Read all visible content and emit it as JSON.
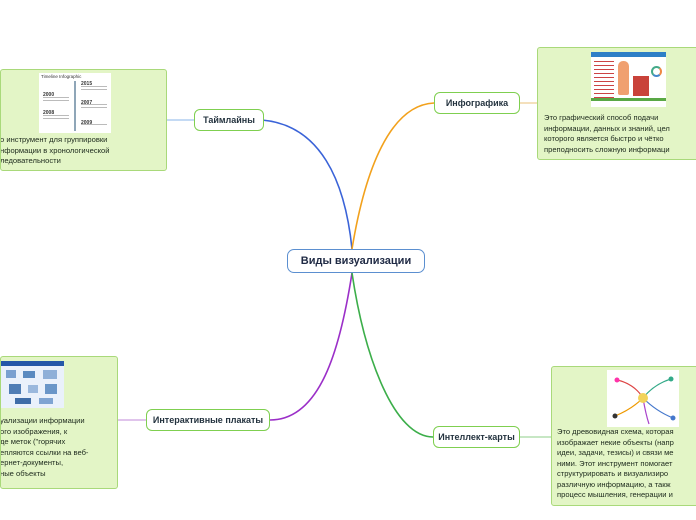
{
  "center": {
    "label": "Виды визуализации"
  },
  "branches": {
    "timelines": {
      "label": "Таймлайны"
    },
    "infographics": {
      "label": "Инфографика"
    },
    "posters": {
      "label": "Интерактивные плакаты"
    },
    "mindmaps": {
      "label": "Интеллект-карты"
    }
  },
  "notes": {
    "timelines": {
      "text": "о инструмент для группировки\nнформации в хронологической\nледовательности",
      "thumb_title": "Timeline Infographic",
      "years": [
        "2015",
        "2000",
        "2007",
        "2008",
        "2009"
      ]
    },
    "infographics": {
      "text": "Это графический способ подачи\nинформации, данных и знаний, цел\nкоторого является быстро и чётко\nпреподносить сложную информаци"
    },
    "posters": {
      "text": "уализации информации\nого изображения, к\nде меток (\"горячих\nепляются ссылки на веб-\nернет-документы,\nные объекты"
    },
    "mindmaps": {
      "text": "Это древовидная схема, которая\nизображает некие объекты (напр\nидеи, задачи, тезисы) и связи ме\nними. Этот инструмент помогает\nструктурировать и визуализиро\nразличную информацию, а такж\nпроцесс мышления, генерации и"
    }
  },
  "colors": {
    "timelines_link": "#3a63d8",
    "infographics_link": "#f2a11c",
    "posters_link": "#9b2fc8",
    "mindmaps_link": "#3cae4a",
    "branch_border": "#7fcf50",
    "note_bg": "#e3f5c6"
  }
}
